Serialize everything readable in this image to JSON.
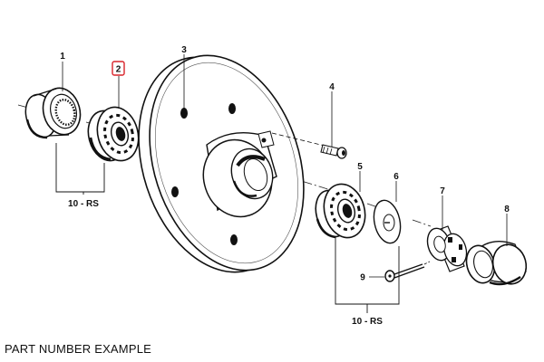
{
  "callouts": {
    "p1": "1",
    "p2": "2",
    "p3": "3",
    "p4": "4",
    "p5": "5",
    "p6": "6",
    "p7": "7",
    "p8": "8",
    "p9": "9"
  },
  "highlight_color": "#d9232a",
  "groups": {
    "left": "10 - RS",
    "right": "10 - RS"
  },
  "caption": "PART NUMBER EXAMPLE"
}
